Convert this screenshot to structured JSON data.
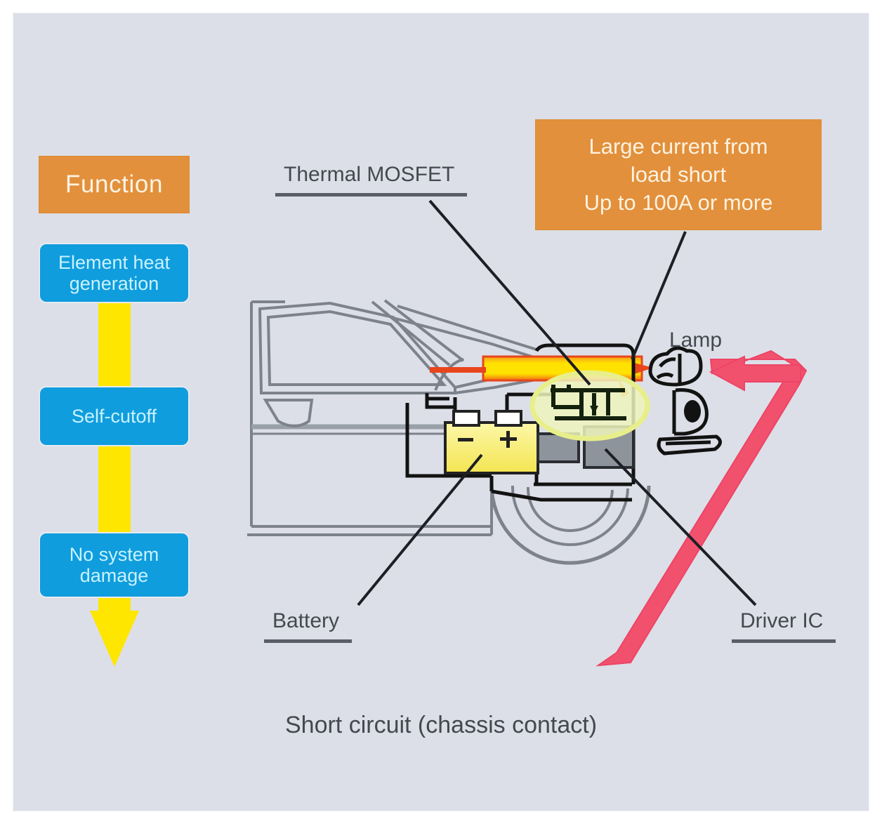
{
  "figure": {
    "caption": "Short circuit (chassis contact)",
    "panel_background": "#dcdfe7"
  },
  "flow": {
    "title": "Function",
    "title_color": "#e2903c",
    "step_color": "#0f9ddd",
    "arrow_color": "#ffe600",
    "steps": [
      {
        "label": "Element heat\ngeneration"
      },
      {
        "label": "Self-cutoff"
      },
      {
        "label": "No system\ndamage"
      }
    ]
  },
  "callout": {
    "text": "Large current from\nload short\nUp to 100A or more",
    "color": "#e2903c"
  },
  "labels": {
    "thermal_mosfet": "Thermal MOSFET",
    "lamp": "Lamp",
    "battery": "Battery",
    "driver_ic": "Driver IC"
  },
  "colors": {
    "harness_hot": "#ffe000",
    "harness_outline": "#e8451c",
    "battery_body": "#f5e96a",
    "highlight_ellipse": "#eef4bb",
    "short_arrow": "#f2516e",
    "car_outline": "#7d828c",
    "circuit_ink": "#121212"
  },
  "chart_data": {
    "type": "diagram",
    "title": "Short circuit (chassis contact)",
    "nodes": [
      {
        "name": "Battery",
        "kind": "power-source"
      },
      {
        "name": "Driver IC",
        "kind": "controller"
      },
      {
        "name": "Thermal MOSFET",
        "kind": "switch"
      },
      {
        "name": "Lamp",
        "kind": "load"
      }
    ],
    "annotations": [
      "Large current from load short",
      "Up to 100A or more"
    ],
    "flow_sequence": [
      "Function",
      "Element heat generation",
      "Self-cutoff",
      "No system damage"
    ]
  }
}
